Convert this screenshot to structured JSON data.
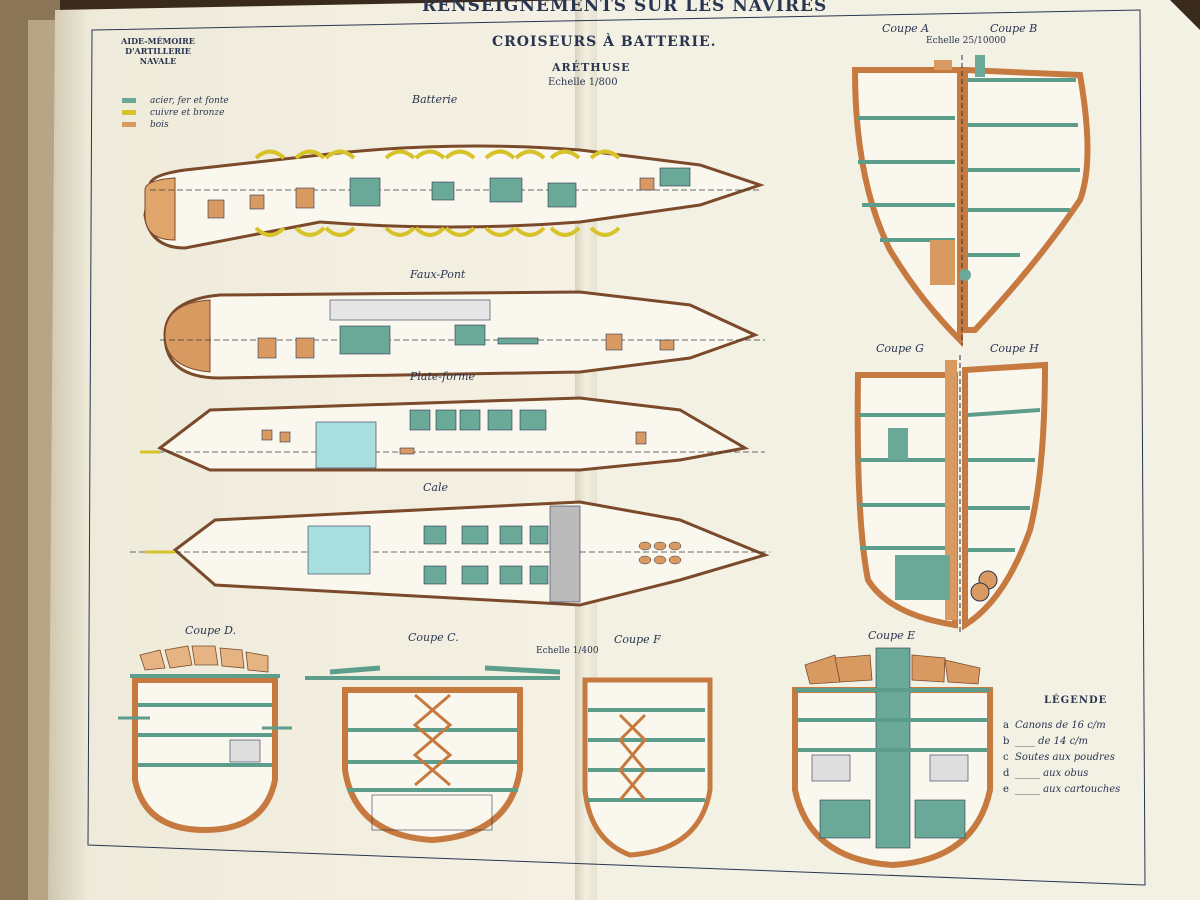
{
  "header": {
    "title": "RENSEIGNEMENTS SUR LES NAVIRES",
    "aide_line1": "AIDE-MÉMOIRE",
    "aide_line2": "D'ARTILLERIE NAVALE",
    "section": "CROISEURS À BATTERIE.",
    "ship": "ARÉTHUSE",
    "scale_plan": "Echelle 1/800",
    "scale_sections": "Echelle 25/10000",
    "scale_sections_lower": "Echelle 1/400"
  },
  "material_key": [
    {
      "label": "acier, fer et fonte",
      "color": "#6aa897"
    },
    {
      "label": "cuivre et bronze",
      "color": "#d8c22a"
    },
    {
      "label": "bois",
      "color": "#d99a62"
    }
  ],
  "deck_plans": [
    {
      "label": "Batterie"
    },
    {
      "label": "Faux-Pont"
    },
    {
      "label": "Plate-forme"
    },
    {
      "label": "Cale"
    }
  ],
  "cross_sections": {
    "coupe_a": "Coupe A",
    "coupe_b": "Coupe B",
    "coupe_g": "Coupe G",
    "coupe_h": "Coupe H",
    "coupe_c": "Coupe C.",
    "coupe_d": "Coupe D.",
    "coupe_e": "Coupe E",
    "coupe_f": "Coupe F"
  },
  "legend": {
    "title": "LÉGENDE",
    "items": [
      {
        "key": "a",
        "text": "Canons de 16 c/m"
      },
      {
        "key": "b",
        "text": "____ de 14 c/m"
      },
      {
        "key": "c",
        "text": "Soutes aux poudres"
      },
      {
        "key": "d",
        "text": "_____ aux obus"
      },
      {
        "key": "e",
        "text": "_____ aux cartouches"
      }
    ]
  },
  "colors": {
    "paper": "#f3f0e2",
    "ink": "#2a3550",
    "steel": "#6aa897",
    "bronze": "#d8c22a",
    "wood": "#d99a62",
    "water": "#a8dede"
  }
}
